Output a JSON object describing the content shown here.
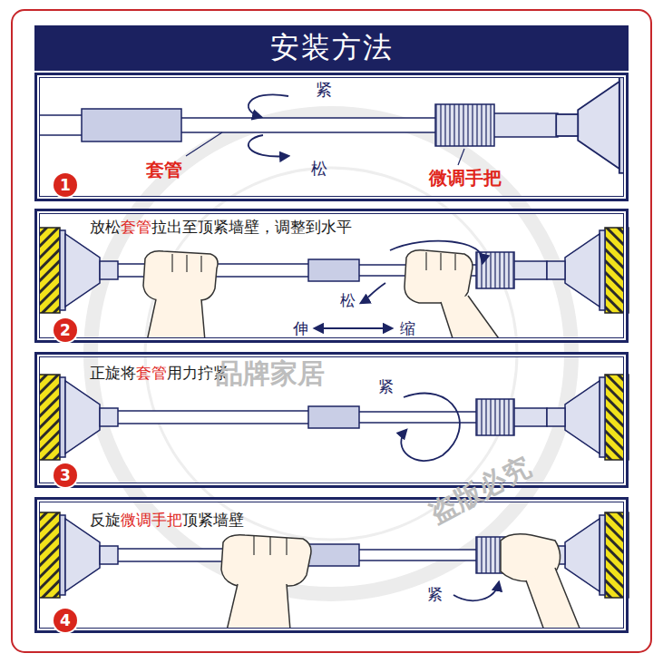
{
  "diagram": {
    "title": "安装方法",
    "nodes": [
      {
        "text": [
          "紧",
          "松",
          "套管",
          "微调手把"
        ]
      },
      {
        "text": [
          "1"
        ],
        "in": 0
      },
      {
        "text": [
          "放松",
          "套管",
          "拉出至顶紧墙壁，调整到水平",
          "松",
          "伸",
          "缩"
        ]
      },
      {
        "text": [
          "2"
        ],
        "in": 2
      },
      {
        "text": [
          "正旋将",
          "套管",
          "用力拧紧",
          "紧"
        ]
      },
      {
        "text": [
          "3"
        ],
        "in": 4
      },
      {
        "text": [
          "反旋",
          "微调手把",
          "顶紧墙壁",
          "紧"
        ]
      },
      {
        "text": [
          "4"
        ],
        "in": 6
      }
    ],
    "labels": [
      "品牌家居",
      "盗版必究"
    ]
  }
}
